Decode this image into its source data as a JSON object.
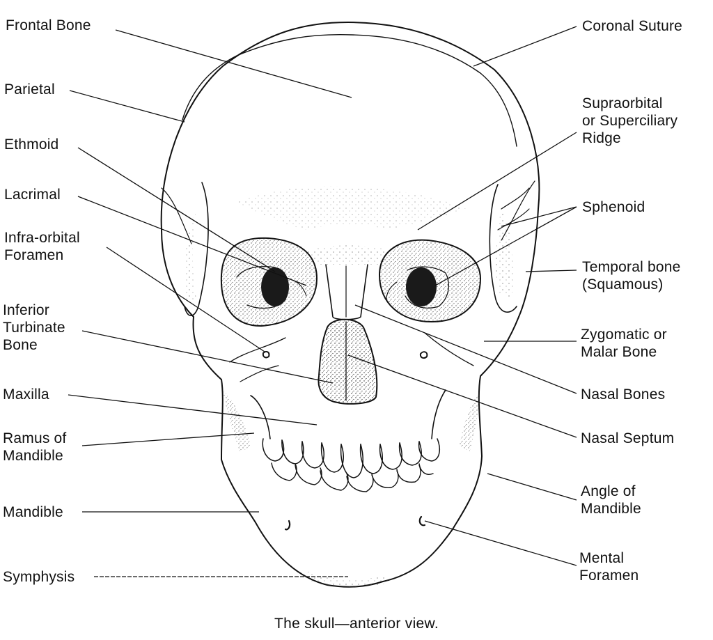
{
  "diagram": {
    "caption": "The skull—anterior view.",
    "labels_left": {
      "frontal_bone": [
        "Frontal Bone"
      ],
      "parietal": [
        "Parietal"
      ],
      "ethmoid": [
        "Ethmoid"
      ],
      "lacrimal": [
        "Lacrimal"
      ],
      "infra_orbital_foramen": [
        "Infra-orbital",
        "Foramen"
      ],
      "inferior_turbinate_bone": [
        "Inferior",
        "Turbinate",
        "Bone"
      ],
      "maxilla": [
        "Maxilla"
      ],
      "ramus_of_mandible": [
        "Ramus of",
        "Mandible"
      ],
      "mandible": [
        "Mandible"
      ],
      "symphysis": [
        "Symphysis"
      ]
    },
    "labels_right": {
      "coronal_suture": [
        "Coronal Suture"
      ],
      "supraorbital_ridge": [
        "Supraorbital",
        "or Superciliary",
        "Ridge"
      ],
      "sphenoid": [
        "Sphenoid"
      ],
      "temporal_bone": [
        "Temporal bone",
        "(Squamous)"
      ],
      "zygomatic_bone": [
        "Zygomatic or",
        "Malar Bone"
      ],
      "nasal_bones": [
        "Nasal Bones"
      ],
      "nasal_septum": [
        "Nasal Septum"
      ],
      "angle_of_mandible": [
        "Angle of",
        "Mandible"
      ],
      "mental_foramen": [
        "Mental",
        "Foramen"
      ]
    }
  }
}
